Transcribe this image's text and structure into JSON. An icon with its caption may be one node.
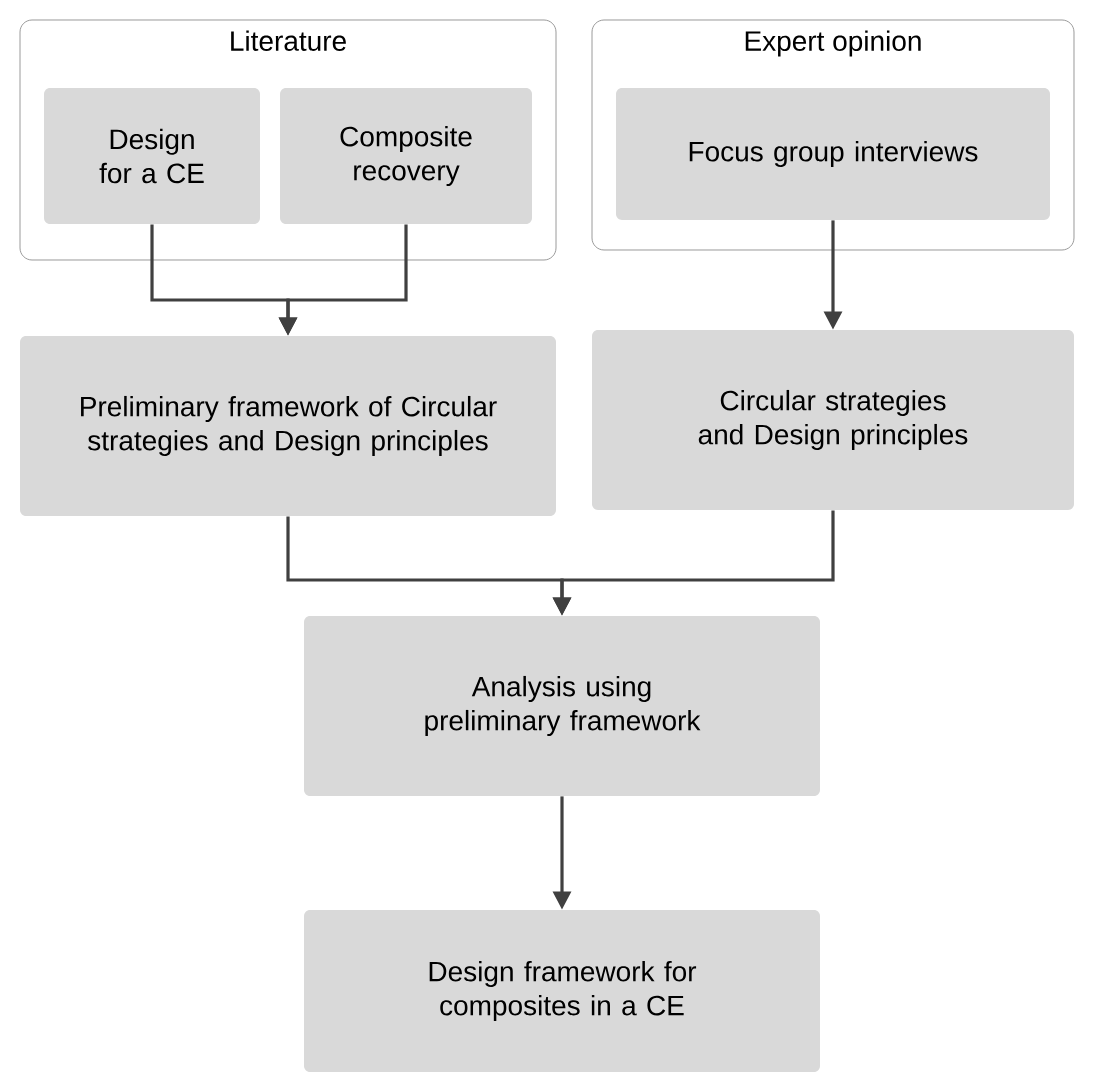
{
  "diagram": {
    "nodes": [
      {
        "text": [
          "Literature"
        ]
      },
      {
        "text": [
          "Design for a CE"
        ],
        "in": 0
      },
      {
        "text": [
          "Composite recovery"
        ],
        "in": 0
      },
      {
        "text": [
          "Expert opinion"
        ]
      },
      {
        "text": [
          "Focus group interviews"
        ],
        "in": 3
      },
      {
        "text": [
          "Preliminary framework of Circular strategies and Design principles"
        ]
      },
      {
        "text": [
          "Circular strategies and Design principles"
        ]
      },
      {
        "text": [
          "Analysis using preliminary framework"
        ]
      },
      {
        "text": [
          "Design framework for composites in a CE"
        ]
      }
    ],
    "edges": [
      {
        "from": 1,
        "to": 5,
        "arrow": "to"
      },
      {
        "from": 2,
        "to": 5,
        "arrow": "to"
      },
      {
        "from": 4,
        "to": 6,
        "arrow": "to"
      },
      {
        "from": 5,
        "to": 7,
        "arrow": "to"
      },
      {
        "from": 6,
        "to": 7,
        "arrow": "to"
      },
      {
        "from": 7,
        "to": 8,
        "arrow": "to"
      }
    ]
  }
}
